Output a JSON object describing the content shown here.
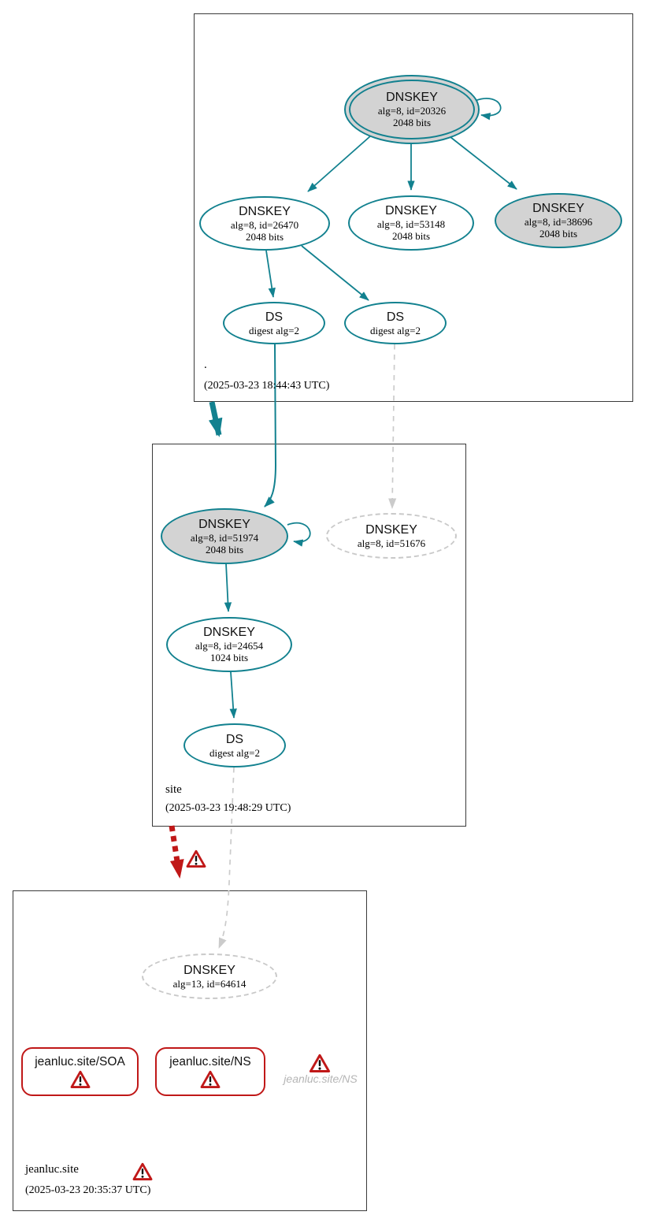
{
  "zones": {
    "root": {
      "label": ".",
      "timestamp": "(2025-03-23 18:44:43 UTC)",
      "nodes": {
        "ksk20326": {
          "type": "DNSKEY",
          "attrs": "alg=8, id=20326",
          "bits": "2048 bits"
        },
        "zsk26470": {
          "type": "DNSKEY",
          "attrs": "alg=8, id=26470",
          "bits": "2048 bits"
        },
        "zsk53148": {
          "type": "DNSKEY",
          "attrs": "alg=8, id=53148",
          "bits": "2048 bits"
        },
        "ksk38696": {
          "type": "DNSKEY",
          "attrs": "alg=8, id=38696",
          "bits": "2048 bits"
        },
        "ds1": {
          "type": "DS",
          "attrs": "digest alg=2"
        },
        "ds2": {
          "type": "DS",
          "attrs": "digest alg=2"
        }
      }
    },
    "site": {
      "label": "site",
      "timestamp": "(2025-03-23 19:48:29 UTC)",
      "nodes": {
        "ksk51974": {
          "type": "DNSKEY",
          "attrs": "alg=8, id=51974",
          "bits": "2048 bits"
        },
        "dnskey51676": {
          "type": "DNSKEY",
          "attrs": "alg=8, id=51676"
        },
        "zsk24654": {
          "type": "DNSKEY",
          "attrs": "alg=8, id=24654",
          "bits": "1024 bits"
        },
        "ds": {
          "type": "DS",
          "attrs": "digest alg=2"
        }
      }
    },
    "jeanluc": {
      "label": "jeanluc.site",
      "timestamp": "(2025-03-23 20:35:37 UTC)",
      "nodes": {
        "dnskey64614": {
          "type": "DNSKEY",
          "attrs": "alg=13, id=64614"
        },
        "soa": {
          "label": "jeanluc.site/SOA"
        },
        "ns": {
          "label": "jeanluc.site/NS"
        },
        "ns_ghost": {
          "label": "jeanluc.site/NS"
        }
      }
    }
  },
  "colors": {
    "secure_teal": "#12818f",
    "error_red": "#c01818",
    "insecure_gray": "#c9c9c9",
    "key_fill_gray": "#d3d3d3"
  }
}
